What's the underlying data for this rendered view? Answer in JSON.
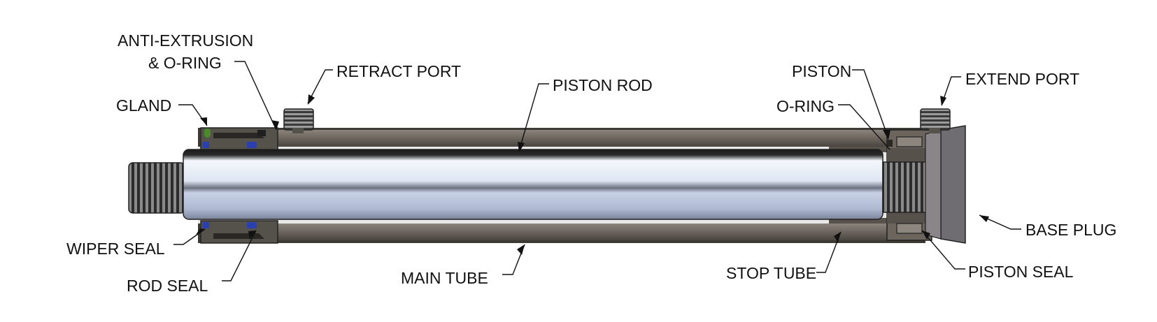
{
  "diagram": {
    "labels": {
      "anti_extrusion_line1": "ANTI-EXTRUSION",
      "anti_extrusion_line2": "& O-RING",
      "gland": "GLAND",
      "retract_port": "RETRACT PORT",
      "piston_rod": "PISTON ROD",
      "piston": "PISTON",
      "o_ring": "O-RING",
      "extend_port": "EXTEND PORT",
      "wiper_seal": "WIPER SEAL",
      "rod_seal": "ROD SEAL",
      "main_tube": "MAIN TUBE",
      "stop_tube": "STOP TUBE",
      "base_plug": "BASE PLUG",
      "piston_seal": "PISTON SEAL"
    },
    "colors": {
      "tube": "#6b655e",
      "tube_dark": "#3d3934",
      "rod_light": "#cdd6e8",
      "rod_highlight": "#f4f7fc",
      "thread": "#3a3a3a",
      "base_plug": "#6f6c72",
      "seal_blue": "#2a3fb0",
      "seal_green": "#4a8a2a",
      "leader": "#111111"
    }
  }
}
